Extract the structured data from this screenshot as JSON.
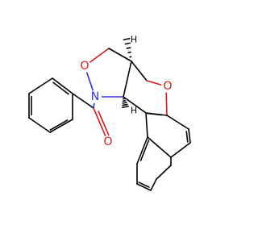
{
  "atoms": [
    {
      "id": "o_ring",
      "symbol": "O",
      "color": "#d81c1c"
    },
    {
      "id": "o_pyran",
      "symbol": "O",
      "color": "#d81c1c"
    },
    {
      "id": "n_ring",
      "symbol": "N",
      "color": "#3030d8"
    },
    {
      "id": "o_carbonyl",
      "symbol": "O",
      "color": "#d81c1c"
    },
    {
      "id": "h_top",
      "symbol": "H",
      "color": "#000000"
    },
    {
      "id": "h_bottom",
      "symbol": "H",
      "color": "#000000"
    }
  ],
  "colors": {
    "bond": "#000000",
    "nitrogen": "#3030d8",
    "oxygen": "#d81c1c"
  }
}
